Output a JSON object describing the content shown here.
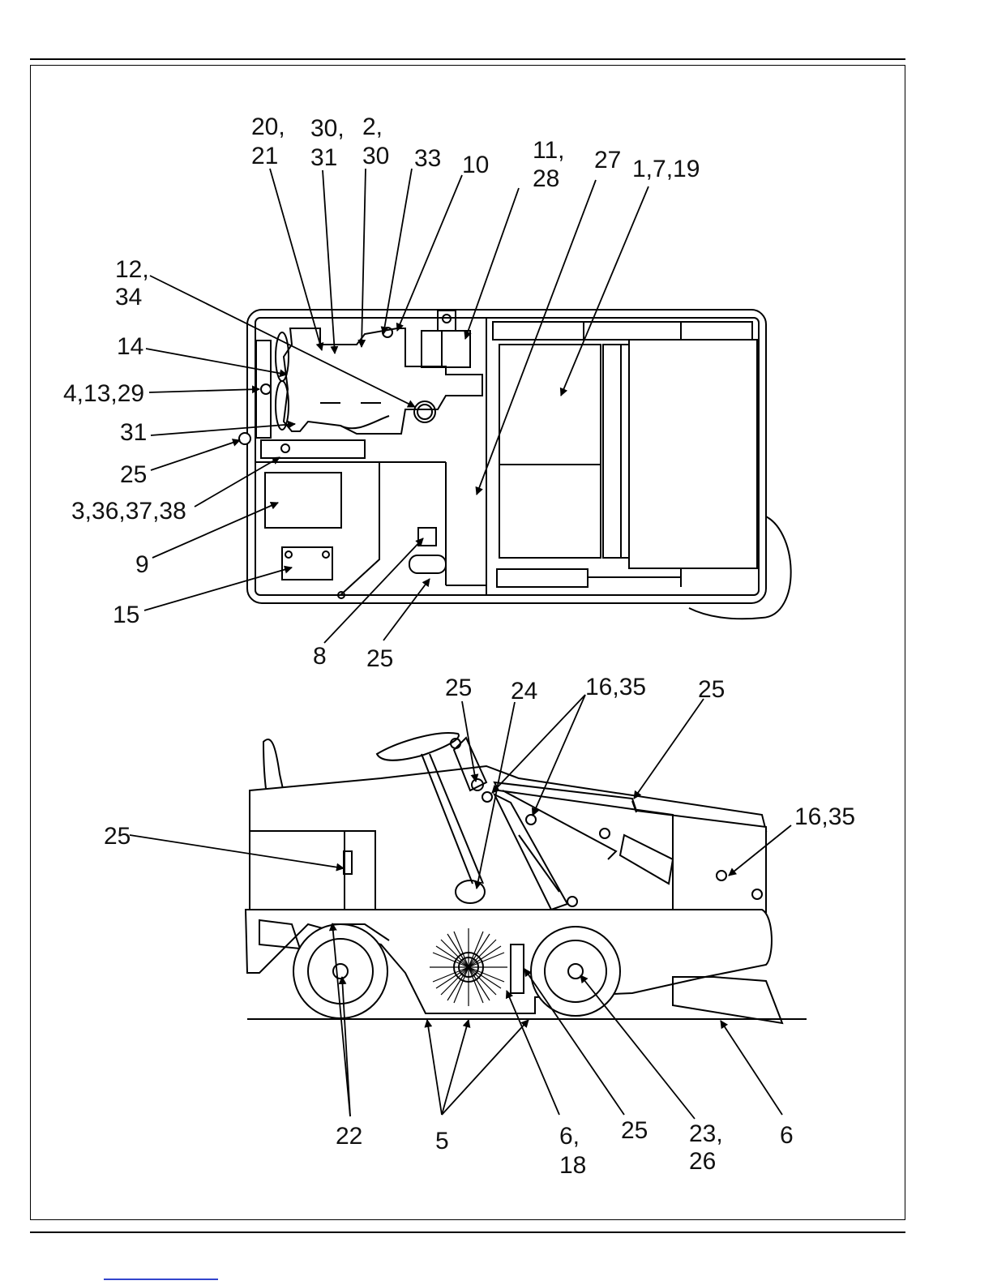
{
  "callouts_top": [
    {
      "id": "c-20-21-a",
      "text": "20,"
    },
    {
      "id": "c-20-21-b",
      "text": "21"
    },
    {
      "id": "c-30-31-a",
      "text": "30,"
    },
    {
      "id": "c-30-31-b",
      "text": "31"
    },
    {
      "id": "c-2-30-a",
      "text": "2,"
    },
    {
      "id": "c-2-30-b",
      "text": "30"
    },
    {
      "id": "c-33",
      "text": "33"
    },
    {
      "id": "c-10",
      "text": "10"
    },
    {
      "id": "c-11-28-a",
      "text": "11,"
    },
    {
      "id": "c-11-28-b",
      "text": "28"
    },
    {
      "id": "c-27",
      "text": "27"
    },
    {
      "id": "c-1-7-19",
      "text": "1,7,19"
    },
    {
      "id": "c-12-34-a",
      "text": "12,"
    },
    {
      "id": "c-12-34-b",
      "text": "34"
    },
    {
      "id": "c-14",
      "text": "14"
    },
    {
      "id": "c-4-13-29",
      "text": "4,13,29"
    },
    {
      "id": "c-31",
      "text": "31"
    },
    {
      "id": "c-25-left",
      "text": "25"
    },
    {
      "id": "c-3-36-37-38",
      "text": "3,36,37,38"
    },
    {
      "id": "c-9",
      "text": "9"
    },
    {
      "id": "c-15",
      "text": "15"
    },
    {
      "id": "c-8",
      "text": "8"
    },
    {
      "id": "c-25-bottom",
      "text": "25"
    }
  ],
  "callouts_side": [
    {
      "id": "s-25-a",
      "text": "25"
    },
    {
      "id": "s-24",
      "text": "24"
    },
    {
      "id": "s-16-35-a",
      "text": "16,35"
    },
    {
      "id": "s-25-b",
      "text": "25"
    },
    {
      "id": "s-16-35-b",
      "text": "16,35"
    },
    {
      "id": "s-25-c",
      "text": "25"
    },
    {
      "id": "s-22",
      "text": "22"
    },
    {
      "id": "s-5",
      "text": "5"
    },
    {
      "id": "s-6-18-a",
      "text": "6,"
    },
    {
      "id": "s-6-18-b",
      "text": "18"
    },
    {
      "id": "s-25-d",
      "text": "25"
    },
    {
      "id": "s-23-26-a",
      "text": "23,"
    },
    {
      "id": "s-23-26-b",
      "text": "26"
    },
    {
      "id": "s-6",
      "text": "6"
    }
  ]
}
